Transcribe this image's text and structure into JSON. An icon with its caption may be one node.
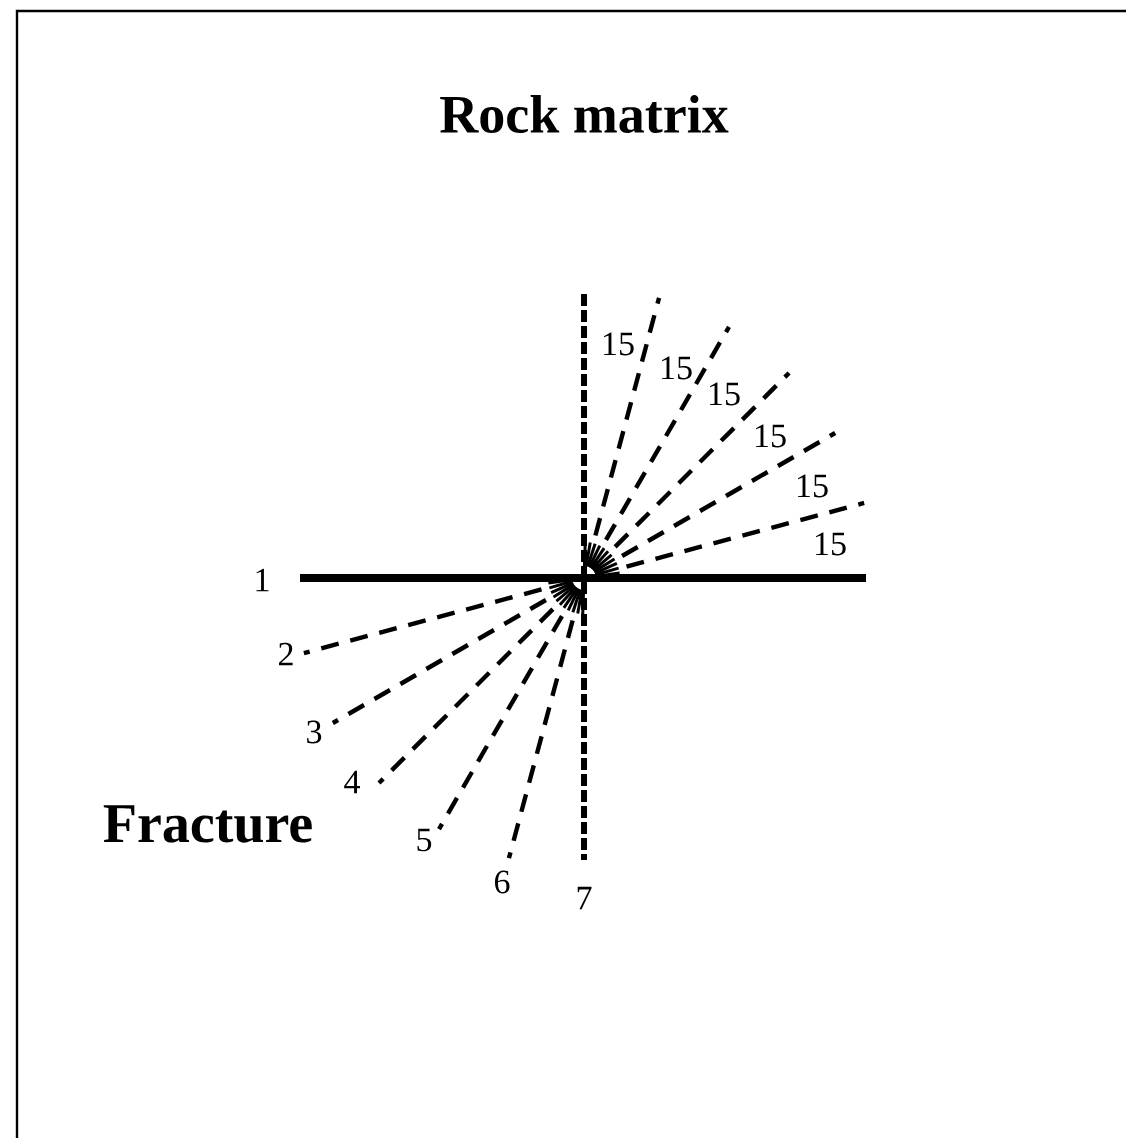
{
  "diagram": {
    "title": "Rock matrix",
    "labels": [
      "15",
      "15",
      "15",
      "15",
      "15",
      "15",
      "1",
      "2",
      "3",
      "4",
      "Fracture",
      "5",
      "6",
      "7"
    ]
  }
}
